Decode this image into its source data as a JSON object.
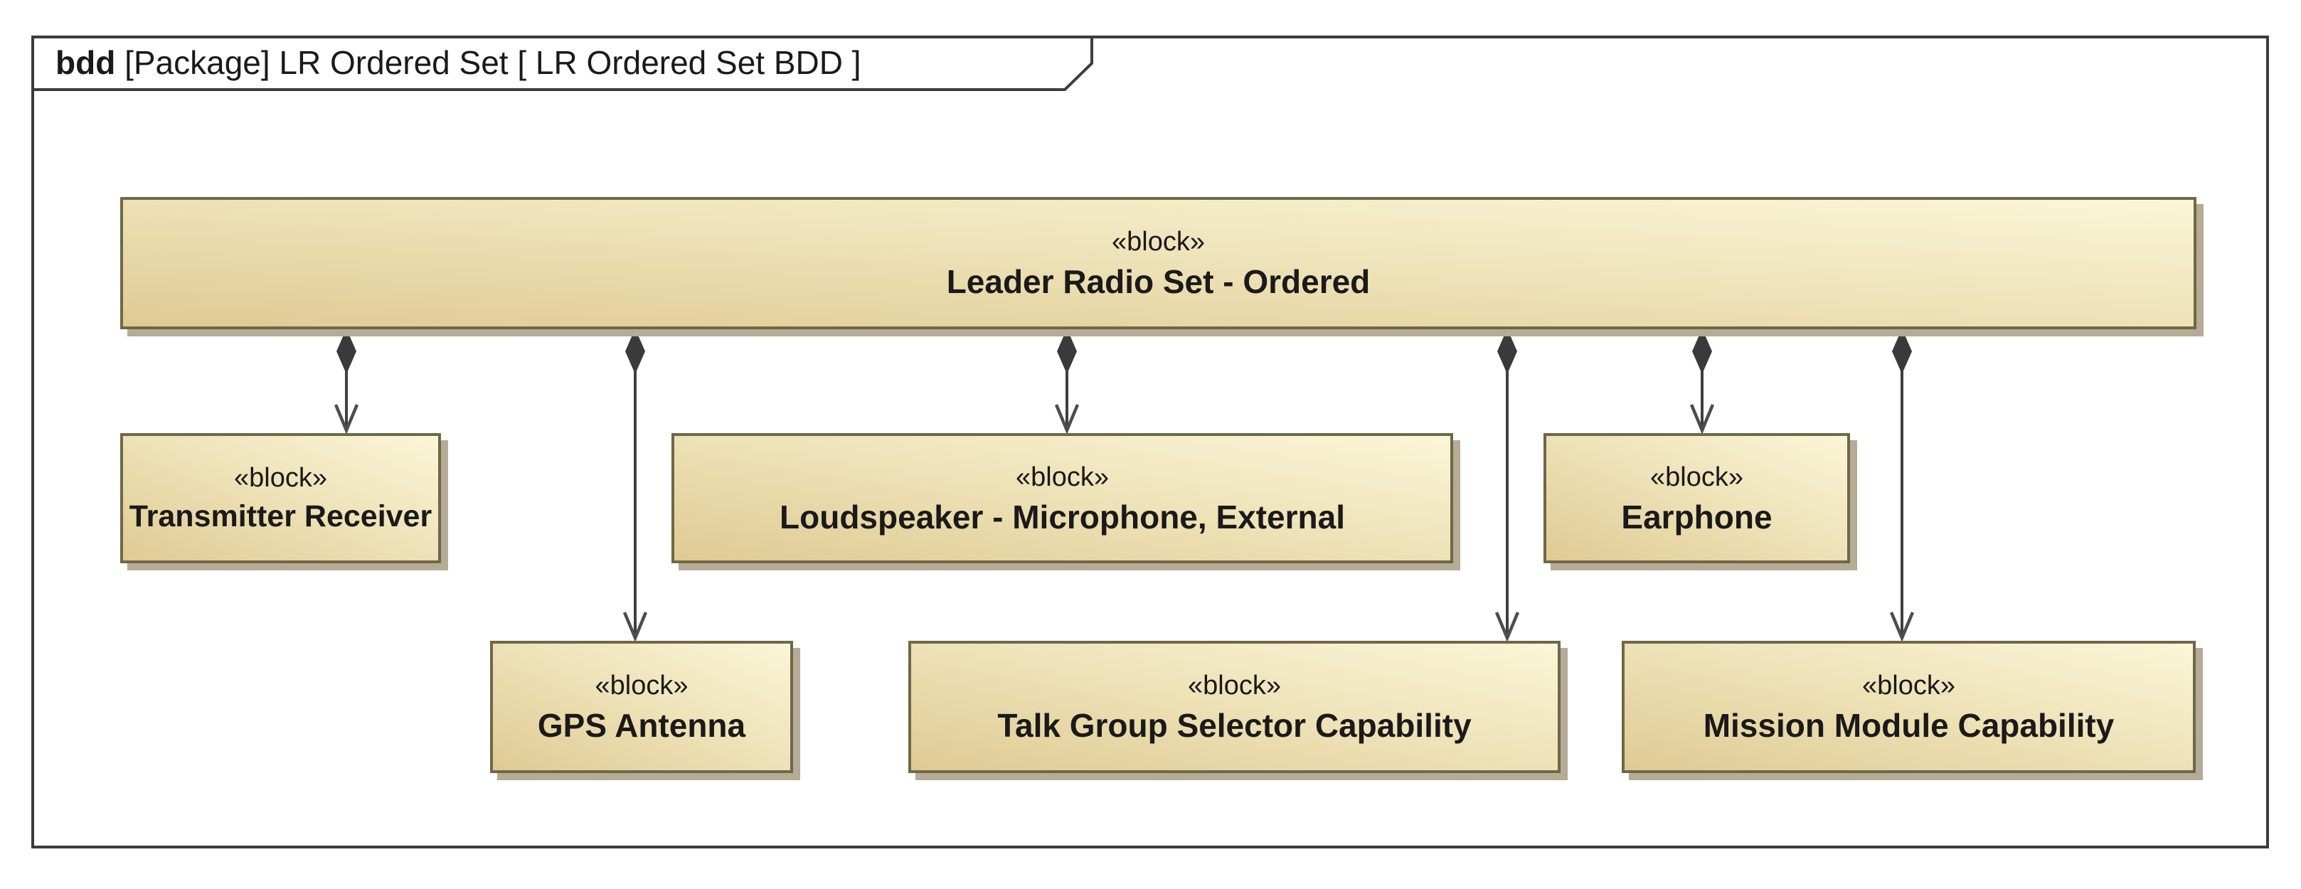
{
  "frame": {
    "title_keyword": "bdd",
    "title_rest": " [Package] LR Ordered Set [ LR Ordered Set BDD ]"
  },
  "blocks": {
    "leader": {
      "stereotype": "«block»",
      "name": "Leader Radio Set - Ordered"
    },
    "transmitter_receiver": {
      "stereotype": "«block»",
      "name": "Transmitter Receiver"
    },
    "loudspeaker": {
      "stereotype": "«block»",
      "name": "Loudspeaker - Microphone, External"
    },
    "earphone": {
      "stereotype": "«block»",
      "name": "Earphone"
    },
    "gps_antenna": {
      "stereotype": "«block»",
      "name": "GPS Antenna"
    },
    "talk_group": {
      "stereotype": "«block»",
      "name": "Talk Group Selector Capability"
    },
    "mission_module": {
      "stereotype": "«block»",
      "name": "Mission Module Capability"
    }
  },
  "relationships": [
    {
      "type": "composition",
      "from": "Leader Radio Set - Ordered",
      "to": "Transmitter Receiver"
    },
    {
      "type": "composition",
      "from": "Leader Radio Set - Ordered",
      "to": "GPS Antenna"
    },
    {
      "type": "composition",
      "from": "Leader Radio Set - Ordered",
      "to": "Loudspeaker - Microphone, External"
    },
    {
      "type": "composition",
      "from": "Leader Radio Set - Ordered",
      "to": "Talk Group Selector Capability"
    },
    {
      "type": "composition",
      "from": "Leader Radio Set - Ordered",
      "to": "Earphone"
    },
    {
      "type": "composition",
      "from": "Leader Radio Set - Ordered",
      "to": "Mission Module Capability"
    }
  ],
  "colors": {
    "block_fill_dark": "#e0ca93",
    "block_fill_light": "#fbf6d8",
    "block_border": "#6f6847",
    "block_shadow": "#b5ab96",
    "connector": "#3f3f3f",
    "frame_border": "#3c3c3c",
    "background": "#ffffff"
  }
}
